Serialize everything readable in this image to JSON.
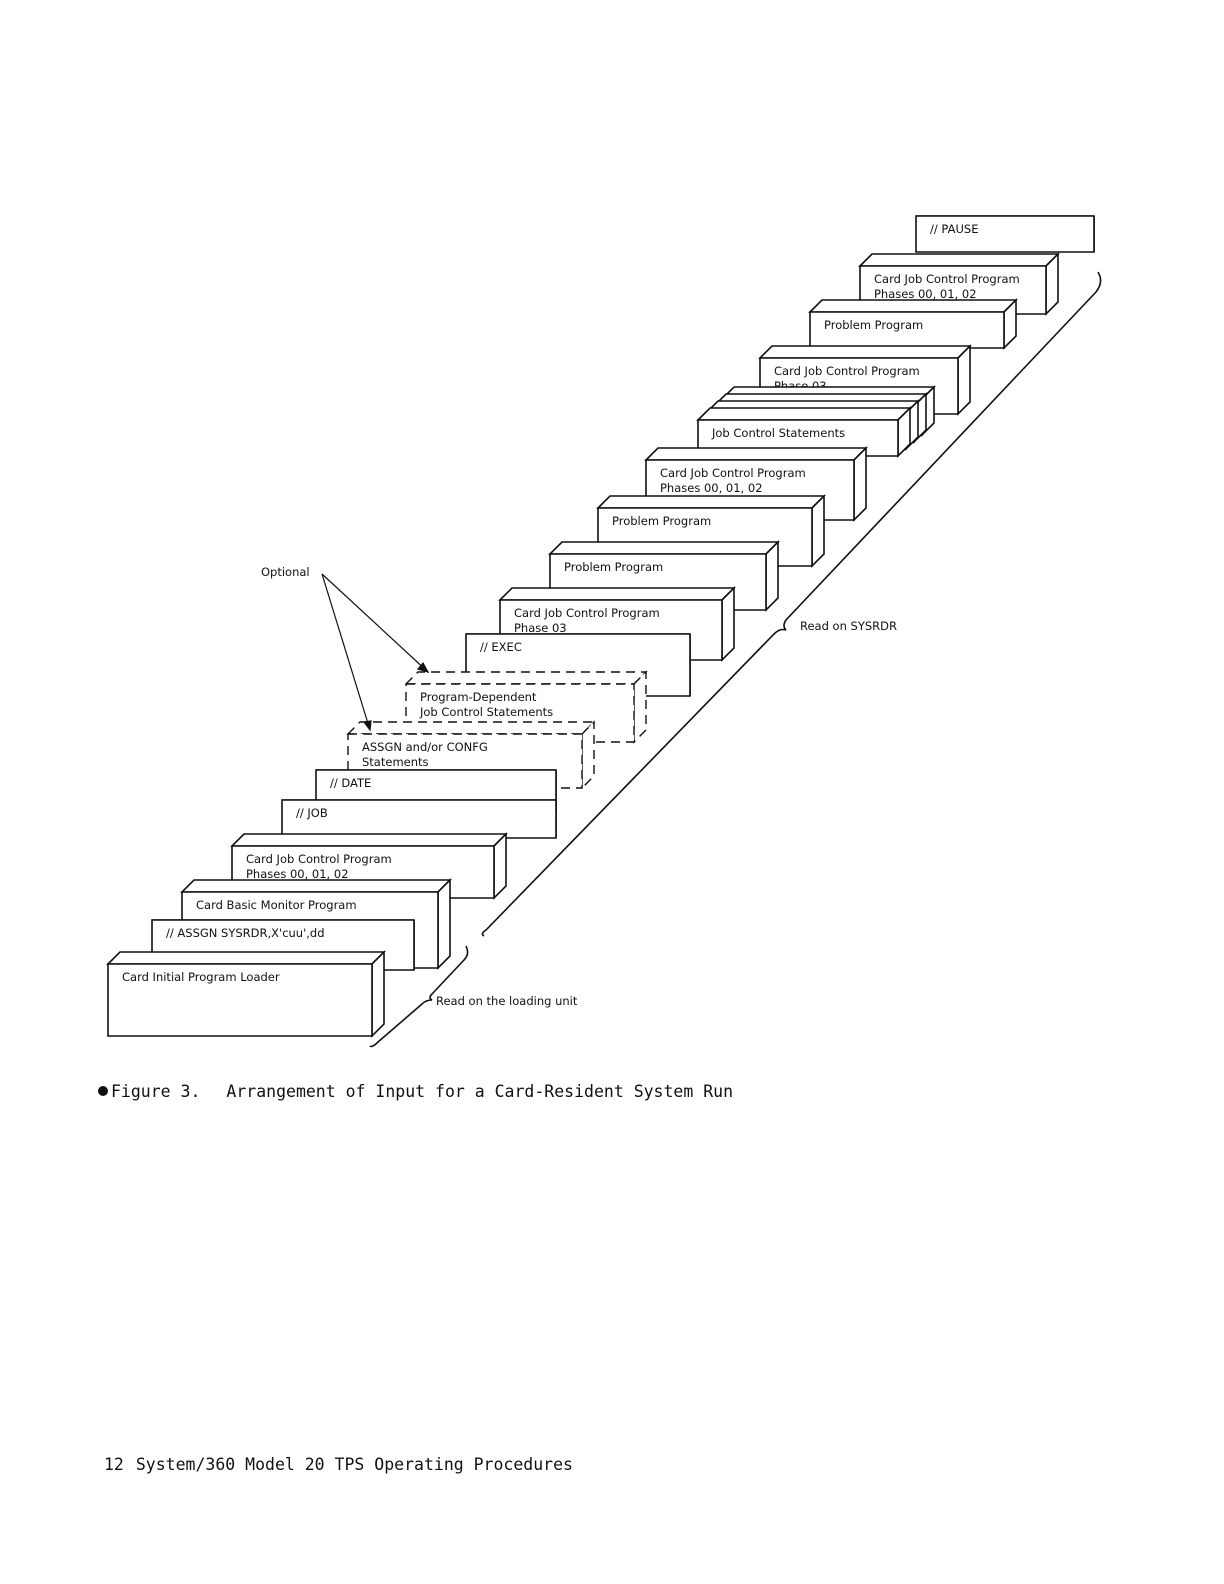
{
  "figure": {
    "cards": [
      {
        "key": "pause",
        "lines": [
          "// PAUSE"
        ],
        "dashed": false
      },
      {
        "key": "cjcp-top",
        "lines": [
          "Card Job Control Program",
          "Phases 00, 01, 02"
        ],
        "dashed": false
      },
      {
        "key": "problem-1",
        "lines": [
          "Problem Program"
        ],
        "dashed": false
      },
      {
        "key": "cjcp-phase03-top",
        "lines": [
          "Card Job Control Program",
          "Phase 03"
        ],
        "dashed": false
      },
      {
        "key": "job-control-stmts",
        "lines": [
          "Job Control Statements"
        ],
        "dashed": false
      },
      {
        "key": "cjcp-mid",
        "lines": [
          "Card Job Control Program",
          "Phases 00, 01, 02"
        ],
        "dashed": false
      },
      {
        "key": "problem-2",
        "lines": [
          "Problem Program"
        ],
        "dashed": false
      },
      {
        "key": "problem-3",
        "lines": [
          "Problem Program"
        ],
        "dashed": false
      },
      {
        "key": "cjcp-phase03",
        "lines": [
          "Card Job Control Program",
          "Phase 03"
        ],
        "dashed": false
      },
      {
        "key": "exec",
        "lines": [
          "// EXEC"
        ],
        "dashed": false
      },
      {
        "key": "program-dependent",
        "lines": [
          "Program-Dependent",
          "Job Control Statements"
        ],
        "dashed": true
      },
      {
        "key": "assgn-config",
        "lines": [
          "ASSGN and/or CONFG",
          "Statements"
        ],
        "dashed": true
      },
      {
        "key": "date",
        "lines": [
          "// DATE"
        ],
        "dashed": false
      },
      {
        "key": "job",
        "lines": [
          "// JOB"
        ],
        "dashed": false
      },
      {
        "key": "cjcp-bottom",
        "lines": [
          "Card Job Control Program",
          "Phases 00, 01, 02"
        ],
        "dashed": false
      },
      {
        "key": "basic-monitor",
        "lines": [
          "Card Basic Monitor Program"
        ],
        "dashed": false
      },
      {
        "key": "assgn-sysrdr",
        "lines": [
          "// ASSGN SYSRDR,X'cuu',dd"
        ],
        "dashed": false
      },
      {
        "key": "initial-loader",
        "lines": [
          "Card Initial Program Loader"
        ],
        "dashed": false
      }
    ],
    "optional_label": "Optional",
    "read_on_sysrdr": "Read on SYSRDR",
    "read_on_loading_unit": "Read on the loading unit"
  },
  "caption": {
    "number": "Figure 3.",
    "text": "Arrangement of Input for a Card-Resident System Run"
  },
  "footer": {
    "page_number": "12",
    "title": "System/360 Model 20 TPS Operating Procedures"
  }
}
